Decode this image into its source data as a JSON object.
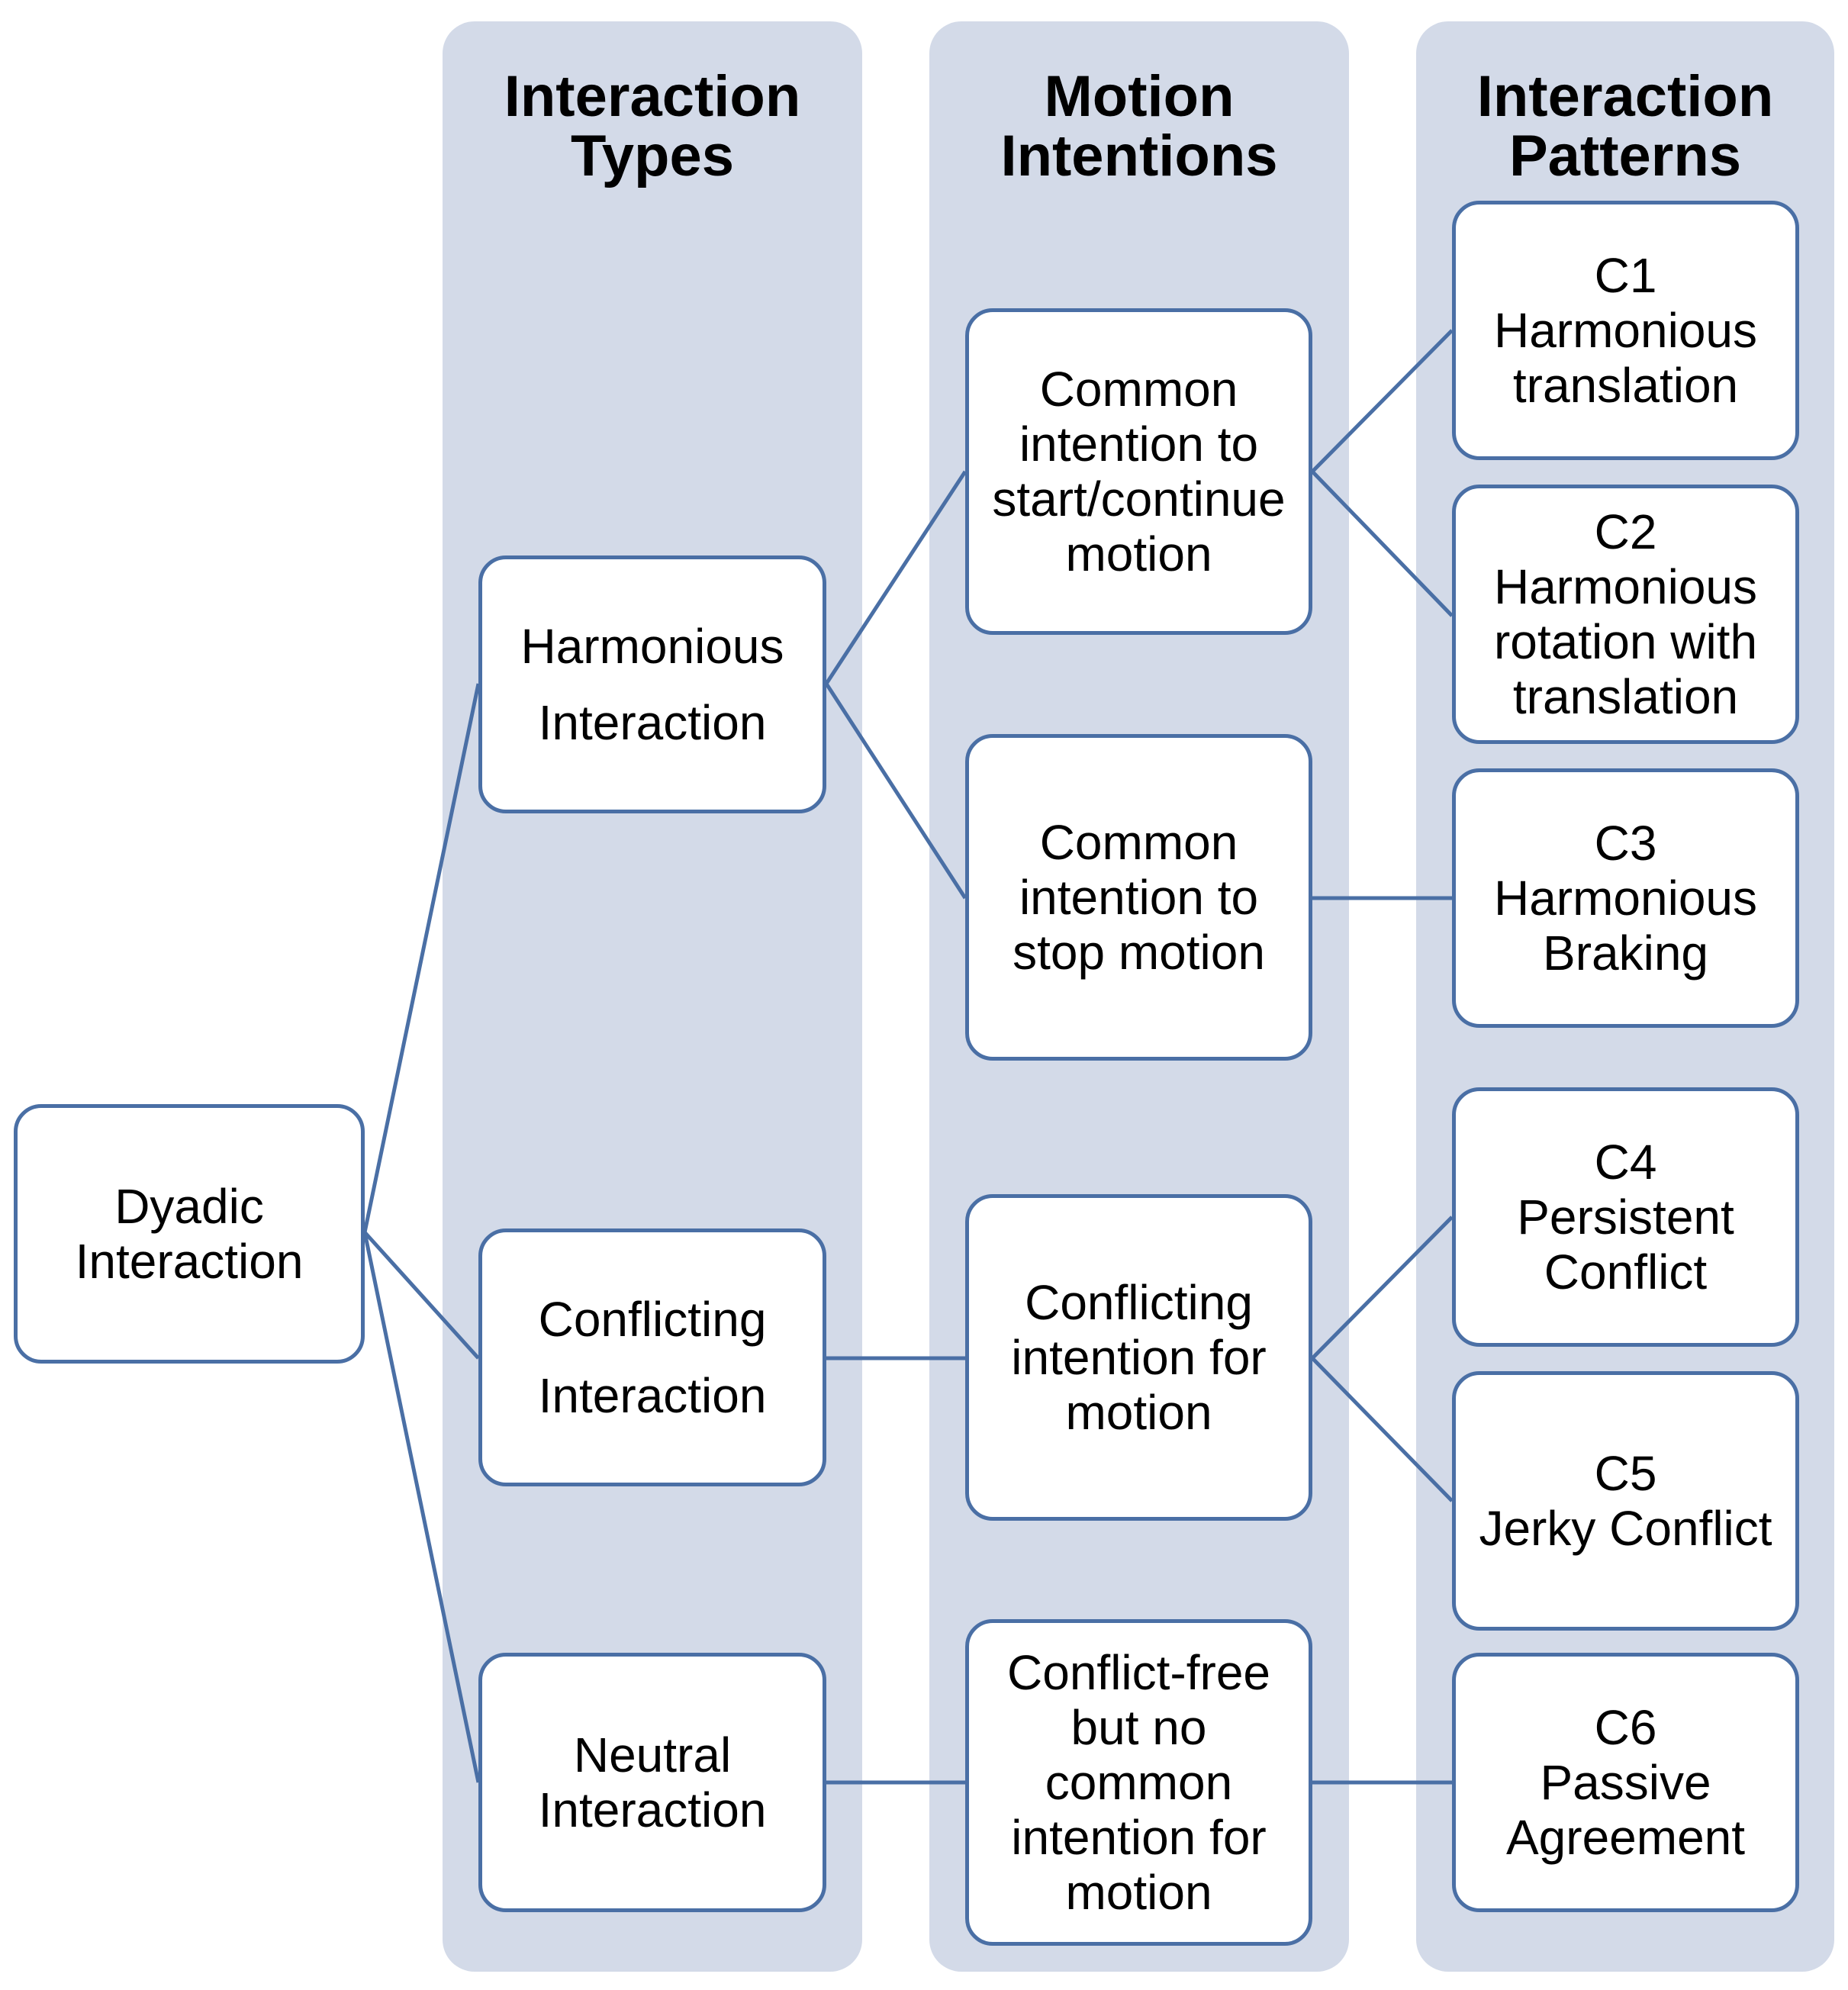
{
  "columns": {
    "types_header": [
      "Interaction",
      "Types"
    ],
    "intentions_header": [
      "Motion",
      "Intentions"
    ],
    "patterns_header": [
      "Interaction",
      "Patterns"
    ]
  },
  "root": [
    "Dyadic",
    "Interaction"
  ],
  "types": {
    "harmonious": [
      "Harmonious",
      "Interaction"
    ],
    "conflicting": [
      "Conflicting",
      "Interaction"
    ],
    "neutral": [
      "Neutral",
      "Interaction"
    ]
  },
  "intentions": {
    "start_continue": [
      "Common",
      "intention to",
      "start/continue",
      "motion"
    ],
    "stop": [
      "Common",
      "intention to",
      "stop motion"
    ],
    "conflicting": [
      "Conflicting",
      "intention for",
      "motion"
    ],
    "conflict_free": [
      "Conflict-free",
      "but no",
      "common",
      "intention for",
      "motion"
    ]
  },
  "patterns": {
    "c1": [
      "C1",
      "Harmonious",
      "translation"
    ],
    "c2": [
      "C2",
      "Harmonious",
      "rotation with",
      "translation"
    ],
    "c3": [
      "C3",
      "Harmonious",
      "Braking"
    ],
    "c4": [
      "C4",
      "Persistent",
      "Conflict"
    ],
    "c5": [
      "C5",
      "Jerky Conflict"
    ],
    "c6": [
      "C6",
      "Passive",
      "Agreement"
    ]
  },
  "colors": {
    "column_bg": "#d3dae8",
    "box_border": "#4a6fa5",
    "connector": "#4a6fa5"
  }
}
